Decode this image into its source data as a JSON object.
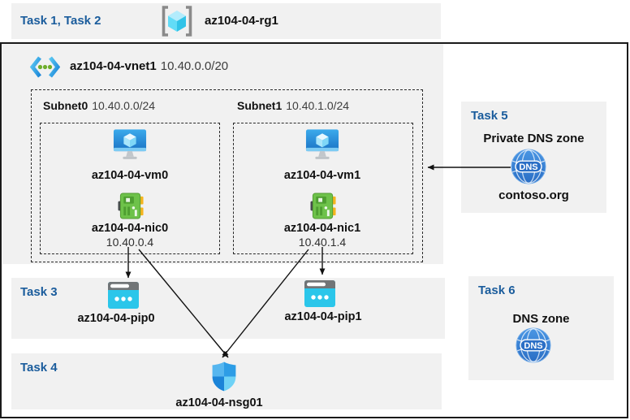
{
  "header": {
    "tasks_label": "Task 1, Task 2",
    "resource_group_name": "az104-04-rg1"
  },
  "vnet": {
    "name": "az104-04-vnet1",
    "cidr": "10.40.0.0/20"
  },
  "subnets": [
    {
      "name": "Subnet0",
      "cidr": "10.40.0.0/24",
      "vm_name": "az104-04-vm0",
      "nic_name": "az104-04-nic0",
      "nic_ip": "10.40.0.4"
    },
    {
      "name": "Subnet1",
      "cidr": "10.40.1.0/24",
      "vm_name": "az104-04-vm1",
      "nic_name": "az104-04-nic1",
      "nic_ip": "10.40.1.4"
    }
  ],
  "task3": {
    "label": "Task 3",
    "pip0_name": "az104-04-pip0",
    "pip1_name": "az104-04-pip1"
  },
  "task4": {
    "label": "Task 4",
    "nsg_name": "az104-04-nsg01"
  },
  "task5": {
    "label": "Task 5",
    "title": "Private DNS zone",
    "zone_name": "contoso.org",
    "dns_badge": "DNS"
  },
  "task6": {
    "label": "Task 6",
    "title": "DNS zone",
    "dns_badge": "DNS"
  },
  "icons": {
    "resource-group-icon": "cyan-cube-in-gray-brackets",
    "virtual-network-icon": "blue-angle-brackets-with-green-dots",
    "vm-icon": "blue-monitor-with-cube",
    "nic-icon": "green-network-card-yellow-tabs",
    "public-ip-icon": "cyan-browser-window-with-dots",
    "nsg-icon": "blue-quadrant-shield",
    "dns-zone-icon": "blue-globe-with-dns-badge"
  },
  "colors": {
    "task_label_blue": "#1a5c9c",
    "panel_gray": "#f1f1f1",
    "vm_blue": "#2187d8",
    "nic_green": "#6ec24a",
    "nic_yellow": "#f5b51e",
    "pip_cyan": "#2bc6ea",
    "shield_blues": [
      "#56b6ef",
      "#2d9de6",
      "#1b84d8",
      "#6fd2f6"
    ],
    "dns_blue": "#2e7cd4",
    "cube_cyan": "#62dcf7",
    "dot_green": "#6fae2c"
  }
}
